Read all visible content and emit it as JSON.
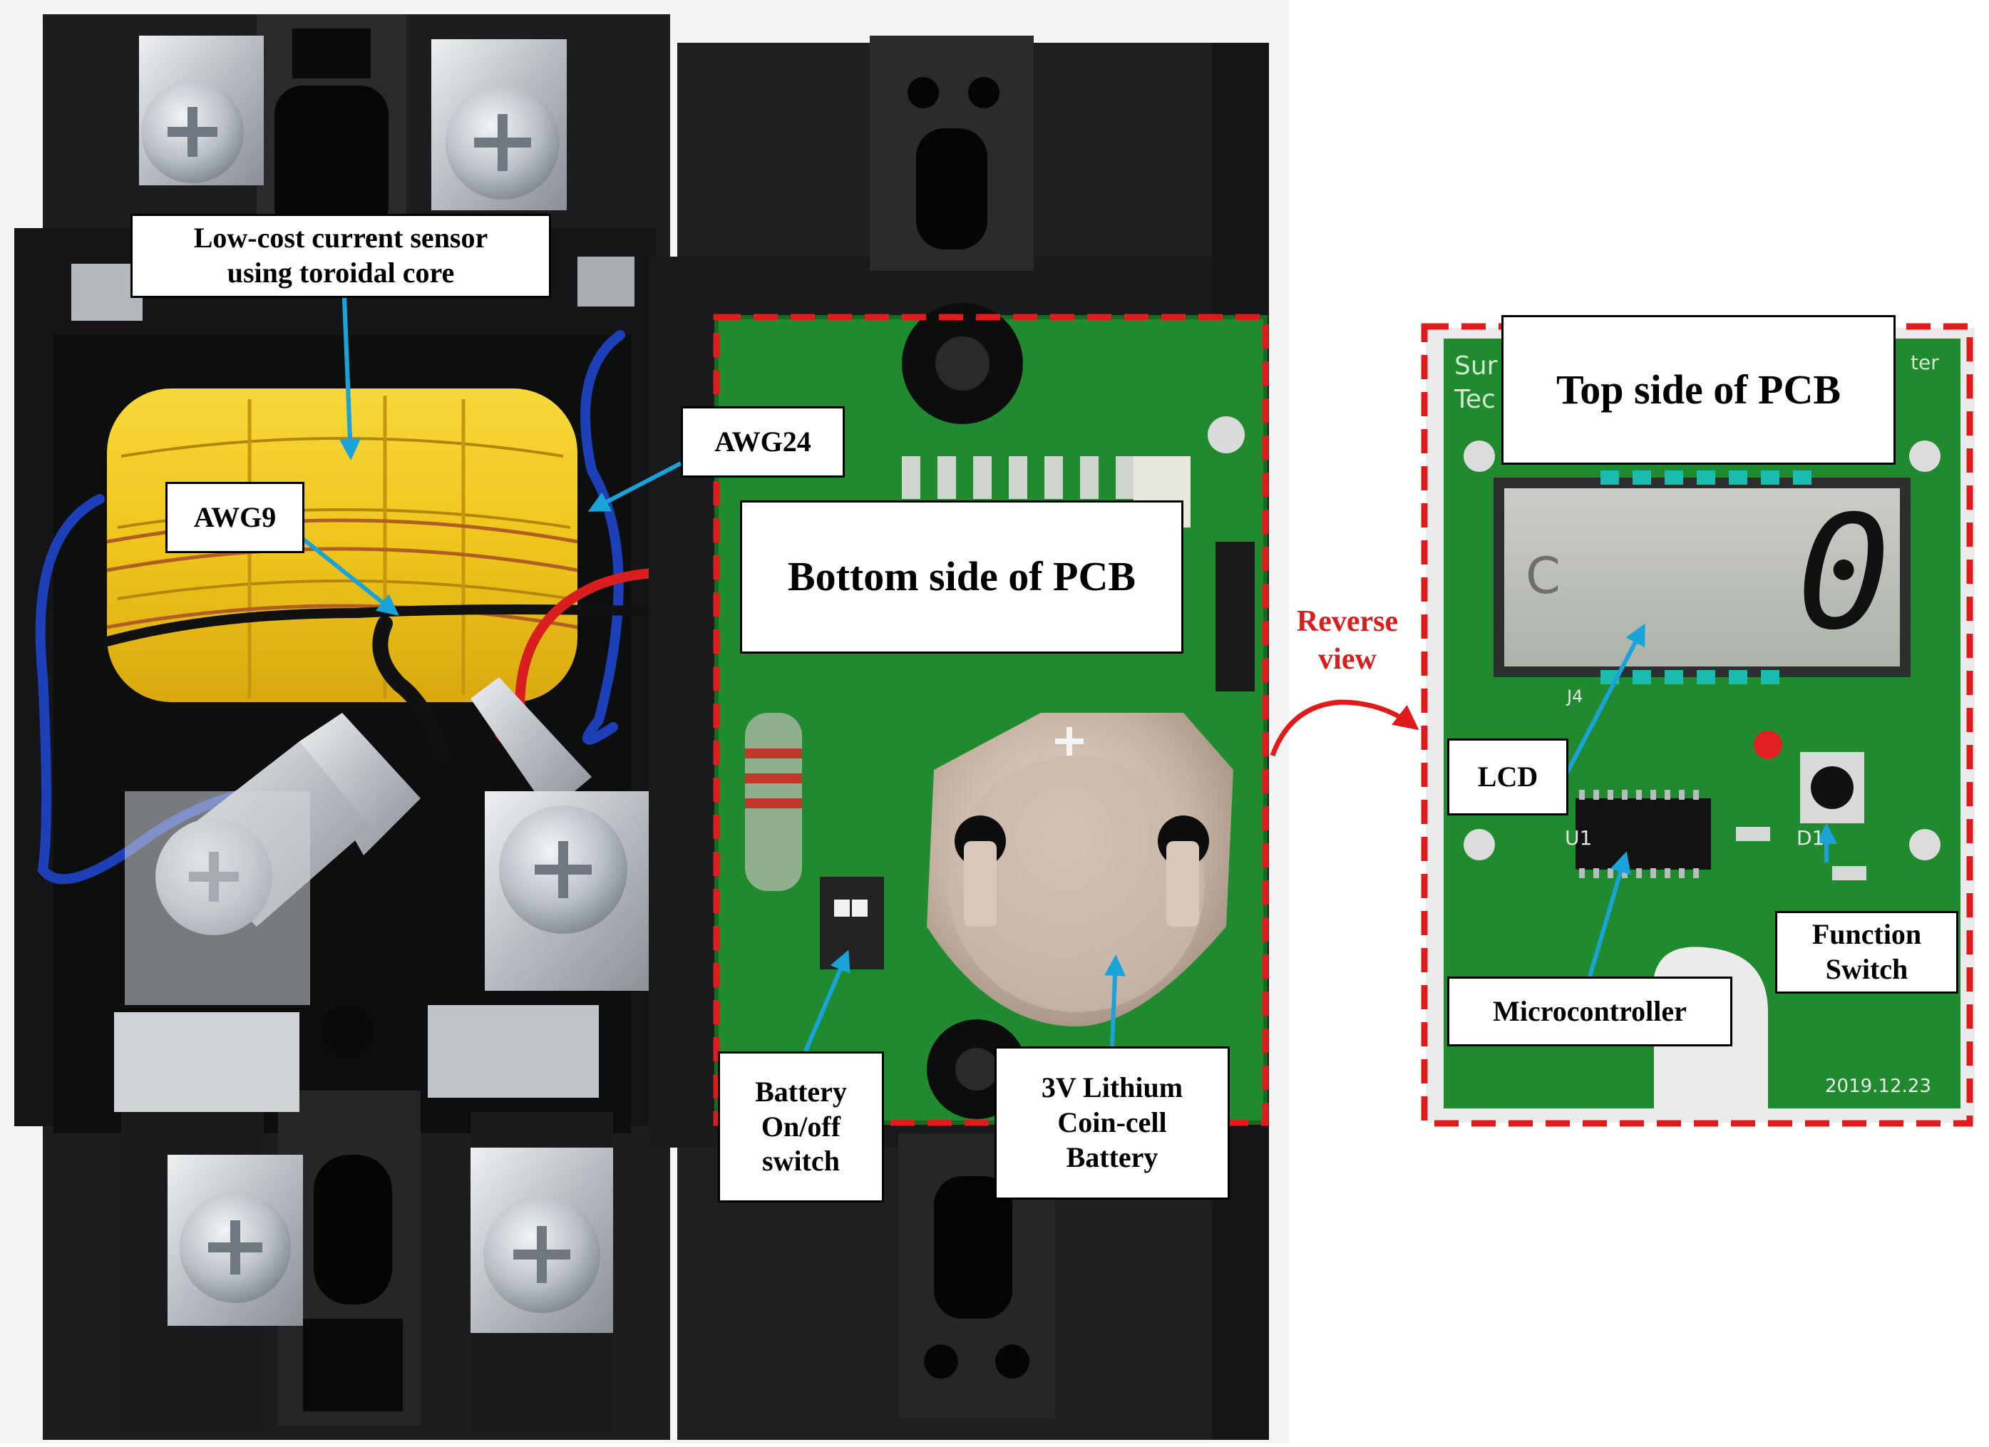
{
  "figure": {
    "photo_left": {
      "subject": "breaker-housing-with-current-sensor-and-pcb-bottom",
      "labels": {
        "current_sensor": "Low-cost current sensor\nusing toroidal core",
        "awg24": "AWG24",
        "awg9": "AWG9",
        "bottom_side": "Bottom side of PCB",
        "battery_switch": "Battery\nOn/off\nswitch",
        "coin_cell": "3V Lithium\nCoin-cell\nBattery"
      }
    },
    "reverse_view": "Reverse\nview",
    "photo_right": {
      "subject": "pcb-top-side-with-lcd",
      "labels": {
        "top_side": "Top side of PCB",
        "lcd": "LCD",
        "microcontroller": "Microcontroller",
        "function_switch": "Function\nSwitch"
      },
      "lcd_digit": "0",
      "lcd_letter": "C",
      "board_date": "2019.12.23",
      "board_text_left": "Sur\nTec",
      "board_text_right": "ter",
      "component_labels": [
        "U1",
        "D1",
        "J4"
      ]
    },
    "colors": {
      "annotation_arrow": "#1aa3d9",
      "highlight_dash": "#e01b1b",
      "pcb_green": "#1f8a2e",
      "toroid_yellow": "#f0cc1e"
    }
  }
}
